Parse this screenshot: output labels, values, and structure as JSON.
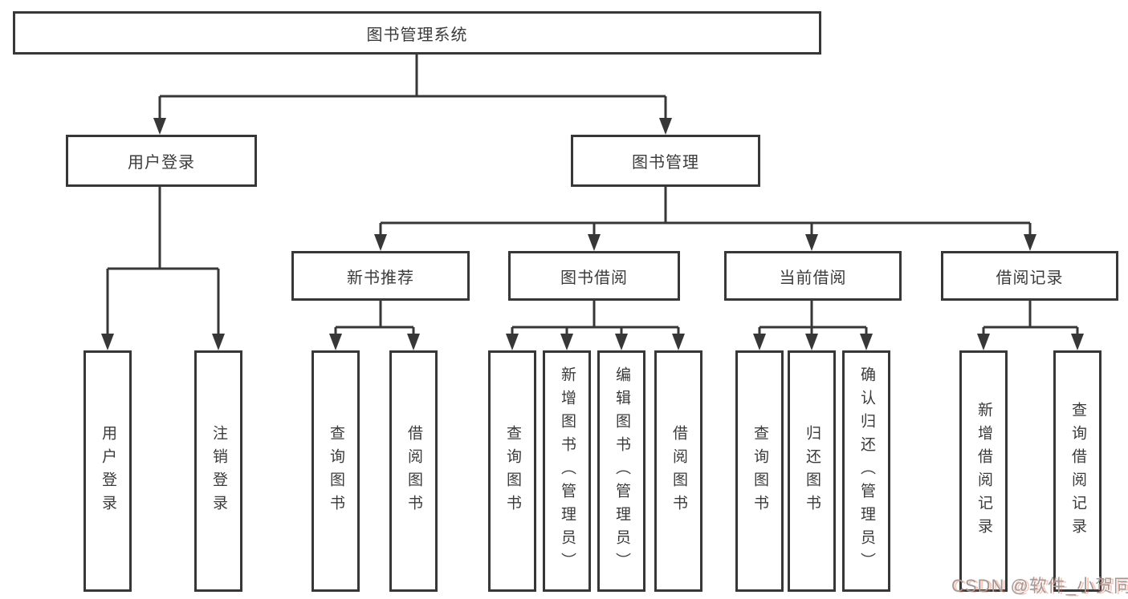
{
  "diagram": {
    "title": "图书管理系统",
    "level2": [
      {
        "id": "user-login",
        "label": "用户登录"
      },
      {
        "id": "book-management",
        "label": "图书管理"
      }
    ],
    "level3": [
      {
        "id": "new-book-recommend",
        "label": "新书推荐",
        "parent": "图书管理"
      },
      {
        "id": "book-borrow",
        "label": "图书借阅",
        "parent": "图书管理"
      },
      {
        "id": "current-borrow",
        "label": "当前借阅",
        "parent": "图书管理"
      },
      {
        "id": "borrow-records",
        "label": "借阅记录",
        "parent": "图书管理"
      }
    ],
    "level4": [
      {
        "id": "user-login-leaf",
        "label": "用户登录",
        "parent": "用户登录"
      },
      {
        "id": "logout",
        "label": "注销登录",
        "parent": "用户登录"
      },
      {
        "id": "rec-query-books",
        "label": "查询图书",
        "parent": "新书推荐"
      },
      {
        "id": "rec-borrow-books",
        "label": "借阅图书",
        "parent": "新书推荐"
      },
      {
        "id": "bb-query-books",
        "label": "查询图书",
        "parent": "图书借阅"
      },
      {
        "id": "bb-add-books",
        "label": "新增图书（管理员）",
        "parent": "图书借阅"
      },
      {
        "id": "bb-edit-books",
        "label": "编辑图书（管理员）",
        "parent": "图书借阅"
      },
      {
        "id": "bb-borrow-books",
        "label": "借阅图书",
        "parent": "图书借阅"
      },
      {
        "id": "cb-query-books",
        "label": "查询图书",
        "parent": "当前借阅"
      },
      {
        "id": "cb-return-books",
        "label": "归还图书",
        "parent": "当前借阅"
      },
      {
        "id": "cb-confirm-return",
        "label": "确认归还（管理员）",
        "parent": "当前借阅"
      },
      {
        "id": "br-add-record",
        "label": "新增借阅记录",
        "parent": "借阅记录"
      },
      {
        "id": "br-query-record",
        "label": "查询借阅记录",
        "parent": "借阅记录"
      }
    ],
    "watermark": "CSDN @软件_小贺同学",
    "colors": {
      "line": "#373737",
      "text": "#3b3b3b",
      "watermark_text": "#9c9c9c",
      "watermark_accent": "#fc5531"
    }
  }
}
